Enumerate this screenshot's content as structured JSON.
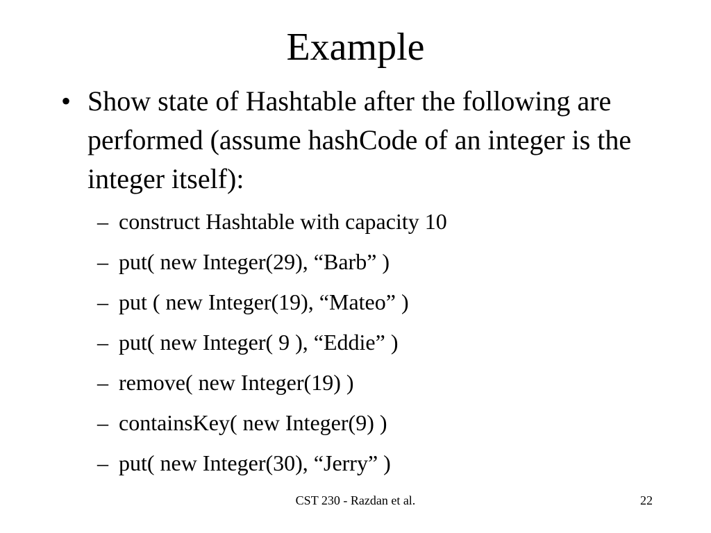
{
  "slide": {
    "title": "Example",
    "main_bullet": {
      "marker": "•",
      "text": "Show state of Hashtable after the following are performed (assume hashCode of an integer is the integer itself):"
    },
    "sub_bullets": [
      {
        "marker": "–",
        "text": "construct Hashtable with capacity 10"
      },
      {
        "marker": "–",
        "text": "put( new Integer(29), “Barb” )"
      },
      {
        "marker": "–",
        "text": "put ( new Integer(19), “Mateo” )"
      },
      {
        "marker": "–",
        "text": "put( new Integer( 9 ), “Eddie” )"
      },
      {
        "marker": "–",
        "text": "remove( new Integer(19) )"
      },
      {
        "marker": "–",
        "text": "containsKey( new Integer(9) )"
      },
      {
        "marker": "–",
        "text": "put( new Integer(30), “Jerry” )"
      }
    ],
    "footer": {
      "course": "CST 230 - Razdan et al.",
      "page_number": "22"
    }
  }
}
